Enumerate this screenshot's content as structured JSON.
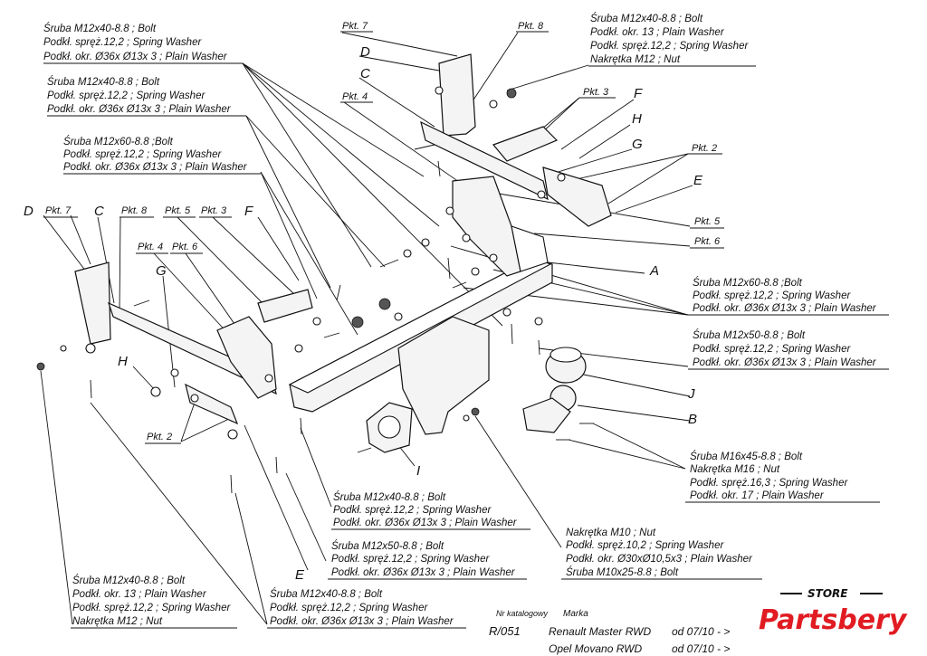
{
  "labels": {
    "tl1": [
      "Śruba M12x40-8.8 ;  Bolt",
      "Podkł. spręż.12,2 ; Spring Washer",
      "Podkł. okr.  Ø36x Ø13x 3 ; Plain Washer"
    ],
    "tl2": [
      "Śruba M12x40-8.8 ;  Bolt",
      "Podkł. spręż.12,2 ; Spring Washer",
      "Podkł. okr.  Ø36x Ø13x 3 ; Plain Washer"
    ],
    "tl3": [
      "Śruba M12x60-8.8 ;Bolt",
      "Podkł. spręż.12,2 ; Spring Washer",
      "Podkł. okr. Ø36x Ø13x 3 ; Plain Washer"
    ],
    "tr1": [
      "Śruba M12x40-8.8 ;  Bolt",
      "Podkł. okr. 13 ; Plain Washer",
      "Podkł. spręż.12,2 ; Spring Washer",
      "Nakrętka  M12 ; Nut"
    ],
    "mr1": [
      "Śruba M12x60-8.8 ;Bolt",
      "Podkł. spręż.12,2 ; Spring Washer",
      "Podkł. okr. Ø36x Ø13x 3 ; Plain Washer"
    ],
    "mr2": [
      "Śruba M12x50-8.8 ;  Bolt",
      "Podkł. spręż.12,2 ; Spring Washer",
      "Podkł. okr.  Ø36x Ø13x 3 ; Plain Washer"
    ],
    "br1": [
      "Śruba M16x45-8.8 ;  Bolt",
      "Nakrętka  M16 ; Nut",
      "Podkł. spręż.16,3 ; Spring Washer",
      "Podkł. okr. 17 ; Plain Washer"
    ],
    "bm1": [
      "Śruba M12x40-8.8 ;  Bolt",
      "Podkł. spręż.12,2 ; Spring Washer",
      "Podkł. okr.  Ø36x Ø13x 3 ; Plain Washer"
    ],
    "bm2": [
      "Śruba M12x50-8.8 ;  Bolt",
      "Podkł. spręż.12,2 ; Spring Washer",
      "Podkł. okr.  Ø36x Ø13x 3 ; Plain Washer"
    ],
    "bm3": [
      "Nakrętka  M10 ; Nut",
      "Podkł. spręż.10,2 ; Spring Washer",
      "Podkł. okr. Ø30xØ10,5x3 ; Plain Washer",
      "Śruba M10x25-8.8 ;  Bolt"
    ],
    "bl1": [
      "Śruba M12x40-8.8 ;  Bolt",
      "Podkł. okr. 13 ; Plain Washer",
      "Podkł. spręż.12,2 ; Spring Washer",
      "Nakrętka  M12 ; Nut"
    ],
    "bm4": [
      "Śruba M12x40-8.8 ;  Bolt",
      "Podkł. spręż.12,2 ; Spring Washer",
      "Podkł. okr.  Ø36x Ø13x 3 ; Plain Washer"
    ]
  },
  "letters": {
    "D_top": "D",
    "C_top": "C",
    "F_top": "F",
    "H_top": "H",
    "G_top": "G",
    "E_top": "E",
    "D_left": "D",
    "C_left": "C",
    "F_left": "F",
    "G_left": "G",
    "H_left": "H",
    "A": "A",
    "J": "J",
    "B": "B",
    "I": "I",
    "E_bottom": "E"
  },
  "pkt": {
    "p7_top": "Pkt. 7",
    "p8_top": "Pkt. 8",
    "p4_top": "Pkt. 4",
    "p3_top": "Pkt. 3",
    "p2_top": "Pkt. 2",
    "p5_right": "Pkt. 5",
    "p6_right": "Pkt. 6",
    "p7_left": "Pkt. 7",
    "p8_left": "Pkt. 8",
    "p5_left": "Pkt. 5",
    "p3_left": "Pkt. 3",
    "p4_left": "Pkt. 4",
    "p6_left": "Pkt. 6",
    "p2_left": "Pkt. 2"
  },
  "catalog": {
    "nr_label": "Nr katalogowy",
    "marka_label": "Marka",
    "number": "R/051",
    "rows": [
      {
        "marka": "Renault Master RWD",
        "od": "od  07/10 - >"
      },
      {
        "marka": "Opel Movano RWD",
        "od": "od  07/10 - >"
      }
    ]
  },
  "brand": {
    "store": "STORE",
    "name": "Partsbery",
    "color": "#e11b22"
  }
}
